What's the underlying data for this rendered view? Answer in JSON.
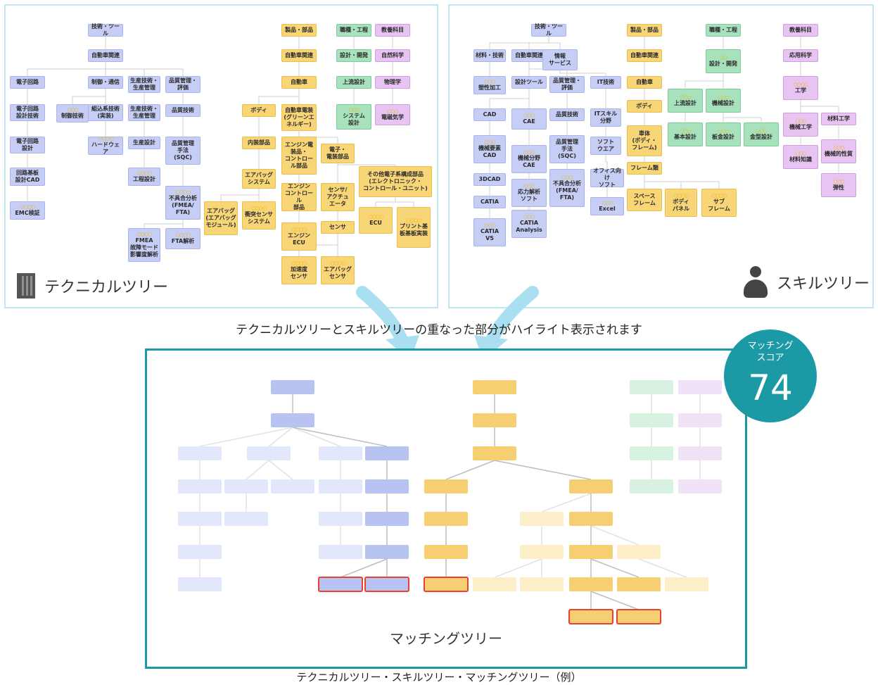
{
  "technical_tree": {
    "label": "テクニカルツリー",
    "icon": "building-icon",
    "nodes": [
      {
        "id": "t1",
        "text": "技術・ツール",
        "color": "blue"
      },
      {
        "id": "t2",
        "text": "自動車関連",
        "color": "blue"
      },
      {
        "id": "t3",
        "text": "電子回路",
        "color": "blue"
      },
      {
        "id": "t4",
        "text": "制御・通信",
        "color": "blue"
      },
      {
        "id": "t5",
        "text": "生産技術・\n生産管理",
        "color": "blue"
      },
      {
        "id": "t6",
        "text": "品質管理・\n評価",
        "color": "blue"
      },
      {
        "id": "t7",
        "text": "電子回路\n設計技術",
        "color": "blue"
      },
      {
        "id": "t8",
        "text": "制御技術",
        "color": "blue",
        "stars": "○○○"
      },
      {
        "id": "t9",
        "text": "組込系技術\n(実装)",
        "color": "blue"
      },
      {
        "id": "t10",
        "text": "生産技術・\n生産管理",
        "color": "blue"
      },
      {
        "id": "t11",
        "text": "品質技術",
        "color": "blue"
      },
      {
        "id": "t12",
        "text": "電子回路\n設計",
        "color": "blue"
      },
      {
        "id": "t13",
        "text": "ハードウェア",
        "color": "blue",
        "stars": "○○○○"
      },
      {
        "id": "t14",
        "text": "生産設計",
        "color": "blue"
      },
      {
        "id": "t15",
        "text": "品質管理\n手法\n(SQC)",
        "color": "blue"
      },
      {
        "id": "t16",
        "text": "回路基板\n設計CAD",
        "color": "blue"
      },
      {
        "id": "t17",
        "text": "工程設計",
        "color": "blue",
        "stars": "○○○○"
      },
      {
        "id": "t18",
        "text": "EMC検証",
        "color": "blue",
        "stars": "○○○○"
      },
      {
        "id": "t19",
        "text": "不具合分析\n(FMEA/\nFTA)",
        "color": "blue",
        "stars": "○○○○"
      },
      {
        "id": "t20",
        "text": "FMEA\n故障モード\n影響度解析",
        "color": "blue",
        "stars": "○○○○"
      },
      {
        "id": "t21",
        "text": "FTA解析",
        "color": "blue",
        "stars": "○○○○"
      },
      {
        "id": "t22",
        "text": "製品・部品",
        "color": "yellow"
      },
      {
        "id": "t23",
        "text": "自動車関連",
        "color": "yellow"
      },
      {
        "id": "t24",
        "text": "自動車",
        "color": "yellow"
      },
      {
        "id": "t25",
        "text": "ボディ",
        "color": "yellow"
      },
      {
        "id": "t26",
        "text": "自動車電装\n(グリーンエ\nネルギー)",
        "color": "yellow"
      },
      {
        "id": "t27",
        "text": "内装部品",
        "color": "yellow"
      },
      {
        "id": "t28",
        "text": "エンジン電\n装品・\nコントロー\nル部品",
        "color": "yellow"
      },
      {
        "id": "t29",
        "text": "電子・\n電装部品",
        "color": "yellow"
      },
      {
        "id": "t30",
        "text": "エアバッグ\nシステム",
        "color": "yellow"
      },
      {
        "id": "t31",
        "text": "エンジン\nコントロール\n部品",
        "color": "yellow"
      },
      {
        "id": "t32",
        "text": "センサ/\nアクチュ\nエータ",
        "color": "yellow"
      },
      {
        "id": "t33",
        "text": "その他電子系構成部品\n(エレクトロニック・\nコントロール・ユニット)",
        "color": "yellow"
      },
      {
        "id": "t34",
        "text": "エアバッグ\n(エアバッグ\nモジュール)",
        "color": "yellow"
      },
      {
        "id": "t35",
        "text": "衝突センサ\nシステム",
        "color": "yellow",
        "stars": "○○○○"
      },
      {
        "id": "t36",
        "text": "ECU",
        "color": "yellow",
        "stars": "○○○○"
      },
      {
        "id": "t37",
        "text": "プリント基\n板基板実装",
        "color": "yellow",
        "stars": "○○○○"
      },
      {
        "id": "t38",
        "text": "エンジン\nECU",
        "color": "yellow",
        "stars": "○○○○"
      },
      {
        "id": "t39",
        "text": "センサ",
        "color": "yellow"
      },
      {
        "id": "t40",
        "text": "加速度\nセンサ",
        "color": "yellow",
        "stars": "○○○○"
      },
      {
        "id": "t41",
        "text": "エアバッグ\nセンサ",
        "color": "yellow",
        "stars": "○○○○"
      },
      {
        "id": "t42",
        "text": "職種・工程",
        "color": "green"
      },
      {
        "id": "t43",
        "text": "設計・開発",
        "color": "green"
      },
      {
        "id": "t44",
        "text": "上流設計",
        "color": "green"
      },
      {
        "id": "t45",
        "text": "システム\n設計",
        "color": "green",
        "stars": "○○○"
      },
      {
        "id": "t46",
        "text": "教養科目",
        "color": "purple"
      },
      {
        "id": "t47",
        "text": "自然科学",
        "color": "purple"
      },
      {
        "id": "t48",
        "text": "物理学",
        "color": "purple"
      },
      {
        "id": "t49",
        "text": "電磁気学",
        "color": "purple",
        "stars": "○○○"
      }
    ]
  },
  "skill_tree": {
    "label": "スキルツリー",
    "icon": "person-icon",
    "nodes": [
      {
        "id": "s1",
        "text": "技術・ツール",
        "color": "blue"
      },
      {
        "id": "s2",
        "text": "材料・技術",
        "color": "blue"
      },
      {
        "id": "s3",
        "text": "自動車関連",
        "color": "blue"
      },
      {
        "id": "s4",
        "text": "情報\nサービス",
        "color": "blue"
      },
      {
        "id": "s5",
        "text": "塑性加工",
        "color": "blue",
        "stars": "○○○"
      },
      {
        "id": "s6",
        "text": "設計ツール",
        "color": "blue"
      },
      {
        "id": "s7",
        "text": "品質管理・\n評価",
        "color": "blue"
      },
      {
        "id": "s8",
        "text": "IT技術",
        "color": "blue"
      },
      {
        "id": "s9",
        "text": "CAD",
        "color": "blue"
      },
      {
        "id": "s10",
        "text": "CAE",
        "color": "blue",
        "stars": "○○○"
      },
      {
        "id": "s11",
        "text": "品質技術",
        "color": "blue"
      },
      {
        "id": "s12",
        "text": "ITスキル\n分野",
        "color": "blue"
      },
      {
        "id": "s13",
        "text": "機械要素\nCAD",
        "color": "blue",
        "stars": "○○○"
      },
      {
        "id": "s14",
        "text": "機械分野\nCAE",
        "color": "blue",
        "stars": "○○○"
      },
      {
        "id": "s15",
        "text": "品質管理\n手法\n(SQC)",
        "color": "blue"
      },
      {
        "id": "s16",
        "text": "ソフト\nウエア",
        "color": "blue"
      },
      {
        "id": "s17",
        "text": "3DCAD",
        "color": "blue"
      },
      {
        "id": "s18",
        "text": "応力解析\nソフト",
        "color": "blue",
        "stars": "○○○"
      },
      {
        "id": "s19",
        "text": "不具合分析\n(FMEA/\nFTA)",
        "color": "blue",
        "stars": "○○○"
      },
      {
        "id": "s20",
        "text": "オフィス向け\nソフト",
        "color": "blue"
      },
      {
        "id": "s21",
        "text": "CATIA",
        "color": "blue"
      },
      {
        "id": "s22",
        "text": "CATIA\nAnalysis",
        "color": "blue",
        "stars": "○○○"
      },
      {
        "id": "s23",
        "text": "Excel",
        "color": "blue",
        "stars": "○○○"
      },
      {
        "id": "s24",
        "text": "CATIA\nV5",
        "color": "blue",
        "stars": "○○○"
      },
      {
        "id": "s25",
        "text": "製品・部品",
        "color": "yellow"
      },
      {
        "id": "s26",
        "text": "自動車関連",
        "color": "yellow"
      },
      {
        "id": "s27",
        "text": "自動車",
        "color": "yellow"
      },
      {
        "id": "s28",
        "text": "ボディ",
        "color": "yellow"
      },
      {
        "id": "s29",
        "text": "車体\n(ボディ・\nフレーム)",
        "color": "yellow"
      },
      {
        "id": "s30",
        "text": "フレーム類",
        "color": "yellow"
      },
      {
        "id": "s31",
        "text": "スペース\nフレーム",
        "color": "yellow"
      },
      {
        "id": "s32",
        "text": "ボディ\nパネル",
        "color": "yellow",
        "stars": "○○○○"
      },
      {
        "id": "s33",
        "text": "サブ\nフレーム",
        "color": "yellow",
        "stars": "○○○○"
      },
      {
        "id": "s34",
        "text": "職種・工程",
        "color": "green"
      },
      {
        "id": "s35",
        "text": "設計・開発",
        "color": "green",
        "stars": "○○"
      },
      {
        "id": "s36",
        "text": "上流設計",
        "color": "green",
        "stars": "○○○"
      },
      {
        "id": "s37",
        "text": "機械設計",
        "color": "green",
        "stars": "○○○"
      },
      {
        "id": "s38",
        "text": "基本設計",
        "color": "green",
        "stars": "○○○"
      },
      {
        "id": "s39",
        "text": "板金設計",
        "color": "green",
        "stars": "○○○"
      },
      {
        "id": "s40",
        "text": "金型設計",
        "color": "green",
        "stars": "○○○"
      },
      {
        "id": "s41",
        "text": "教養科目",
        "color": "purple"
      },
      {
        "id": "s42",
        "text": "応用科学",
        "color": "purple"
      },
      {
        "id": "s43",
        "text": "工学",
        "color": "purple",
        "stars": "○○○○"
      },
      {
        "id": "s44",
        "text": "機械工学",
        "color": "purple",
        "stars": "○○○"
      },
      {
        "id": "s45",
        "text": "材料工学",
        "color": "purple"
      },
      {
        "id": "s46",
        "text": "材料知識",
        "color": "purple",
        "stars": "○○○"
      },
      {
        "id": "s47",
        "text": "機械的性質",
        "color": "purple",
        "stars": "○○○"
      },
      {
        "id": "s48",
        "text": "弾性",
        "color": "purple",
        "stars": "○○○"
      }
    ]
  },
  "caption": "テクニカルツリーとスキルツリーの重なった部分がハイライト表示されます",
  "matching_tree": {
    "label": "マッチングツリー",
    "score_caption": "マッチング\nスコア",
    "score": "74",
    "colors": {
      "blue": "#b9c3f2",
      "blue_faint": "#e3e7fb",
      "yellow": "#f6cf73",
      "yellow_faint": "#fbeec8",
      "green_faint": "#d8f2e2",
      "purple_faint": "#f1e3f7",
      "highlight_border": "#e7412f",
      "accent": "#1b9aa6"
    }
  },
  "footer_caption": "テクニカルツリー・スキルツリー・マッチングツリー（例）"
}
